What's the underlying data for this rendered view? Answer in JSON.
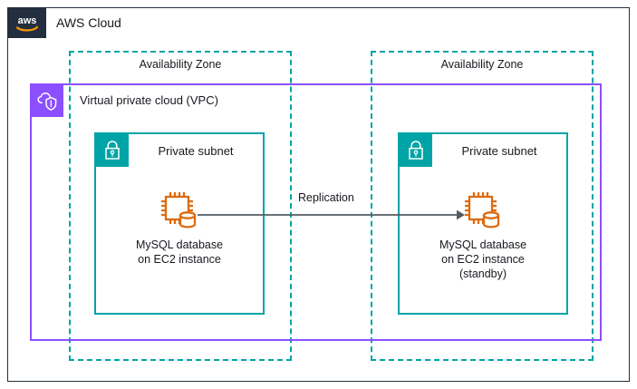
{
  "diagram": {
    "type": "aws-architecture",
    "cloud": {
      "label": "AWS Cloud",
      "logo_icon": "aws-logo-icon",
      "border_color": "#232F3E",
      "logo_bg_color": "#232F3E"
    },
    "availability_zones": [
      {
        "label": "Availability Zone",
        "position": "left"
      },
      {
        "label": "Availability Zone",
        "position": "right"
      }
    ],
    "az_border_color": "#00A4A6",
    "vpc": {
      "label": "Virtual private cloud (VPC)",
      "icon": "vpc-cloud-shield-icon",
      "border_color": "#8C4FFF",
      "icon_bg_color": "#8C4FFF"
    },
    "subnets": [
      {
        "label": "Private subnet",
        "icon": "padlock-icon",
        "position": "left",
        "border_color": "#00A4A6",
        "icon_bg_color": "#00A4A6",
        "node": {
          "icon": "ec2-database-icon",
          "icon_color": "#DD6B10",
          "caption": "MySQL database\non EC2 instance"
        }
      },
      {
        "label": "Private subnet",
        "icon": "padlock-icon",
        "position": "right",
        "border_color": "#00A4A6",
        "icon_bg_color": "#00A4A6",
        "node": {
          "icon": "ec2-database-icon",
          "icon_color": "#DD6B10",
          "caption": "MySQL database\non EC2 instance\n(standby)"
        }
      }
    ],
    "connection": {
      "label": "Replication",
      "direction": "left-to-right",
      "color": "#545B64"
    }
  }
}
